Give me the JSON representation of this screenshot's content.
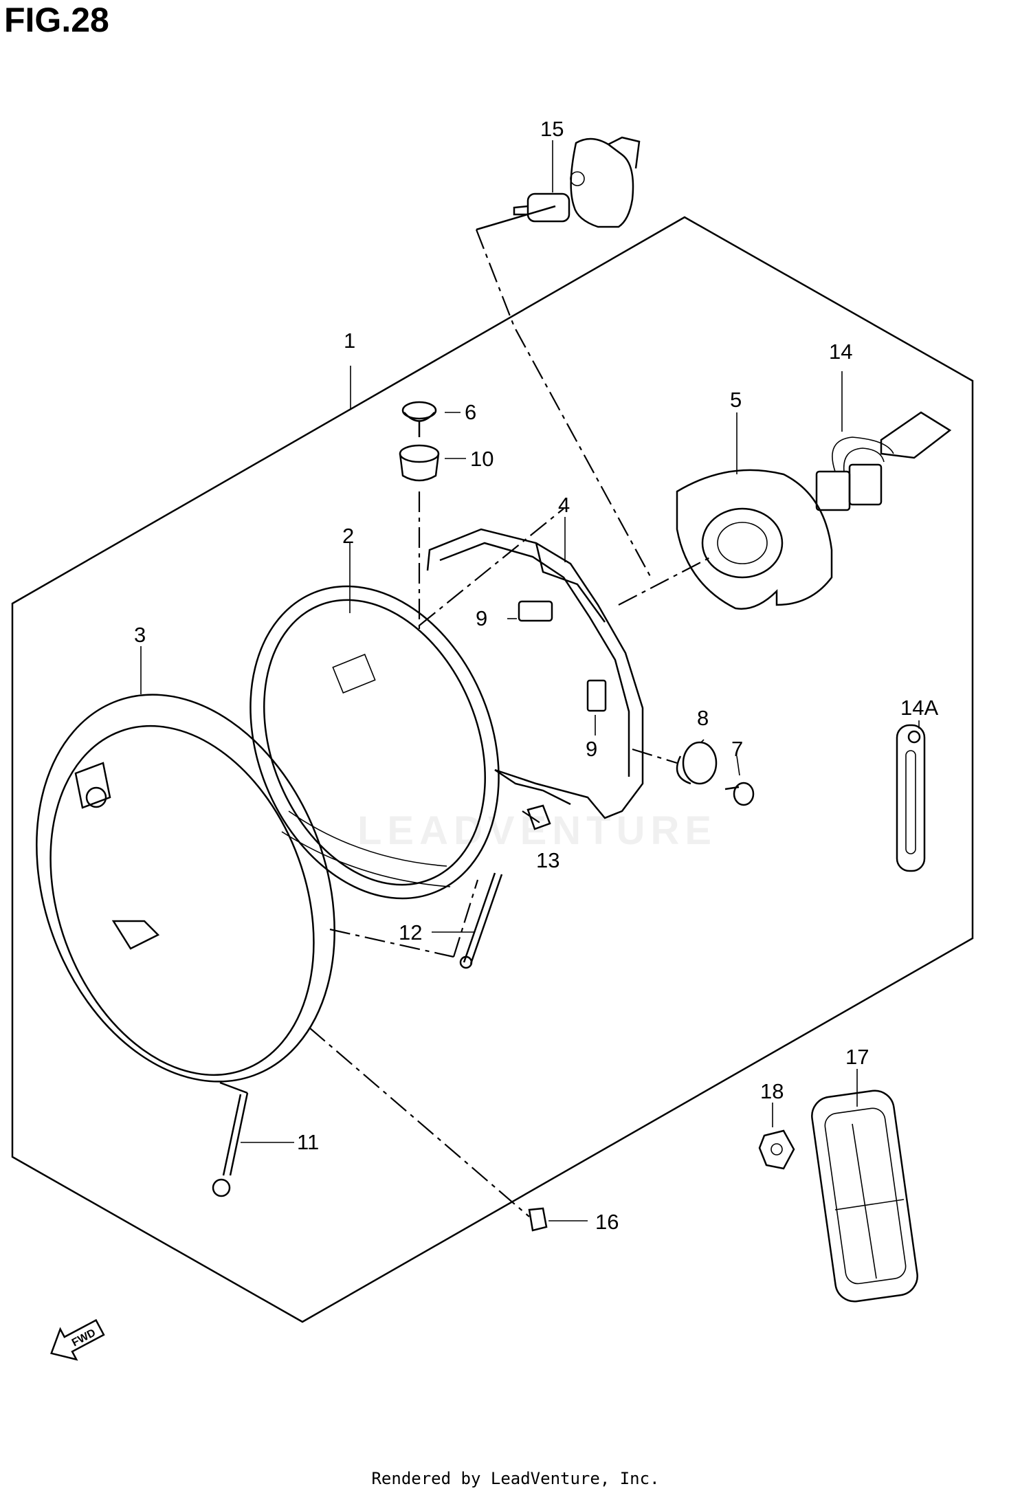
{
  "figure": {
    "title": "FIG.28"
  },
  "footer": {
    "text": "Rendered by LeadVenture, Inc."
  },
  "watermark": {
    "text": "LEADVENTURE"
  },
  "direction_badge": {
    "text": "FWD"
  },
  "callouts": {
    "c1": "1",
    "c2": "2",
    "c3": "3",
    "c4": "4",
    "c5": "5",
    "c6": "6",
    "c7": "7",
    "c8": "8",
    "c9a": "9",
    "c9b": "9",
    "c10": "10",
    "c11": "11",
    "c12": "12",
    "c13": "13",
    "c14": "14",
    "c14a": "14A",
    "c15": "15",
    "c16": "16",
    "c17": "17",
    "c18": "18"
  }
}
